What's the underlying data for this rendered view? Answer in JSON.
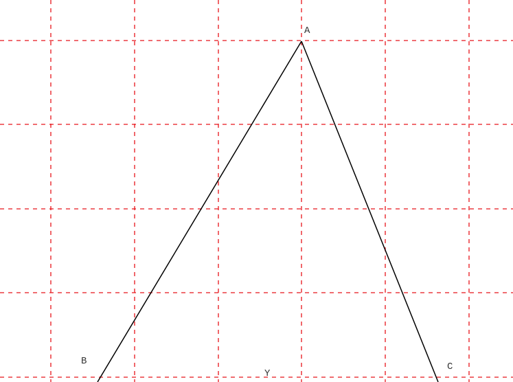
{
  "diagram": {
    "labels": {
      "a": "A",
      "b": "B",
      "c": "C",
      "y": "Y"
    },
    "colors": {
      "grid": "#e8141a",
      "edges": "#000000",
      "text": "#333333",
      "background": "#ffffff"
    }
  }
}
